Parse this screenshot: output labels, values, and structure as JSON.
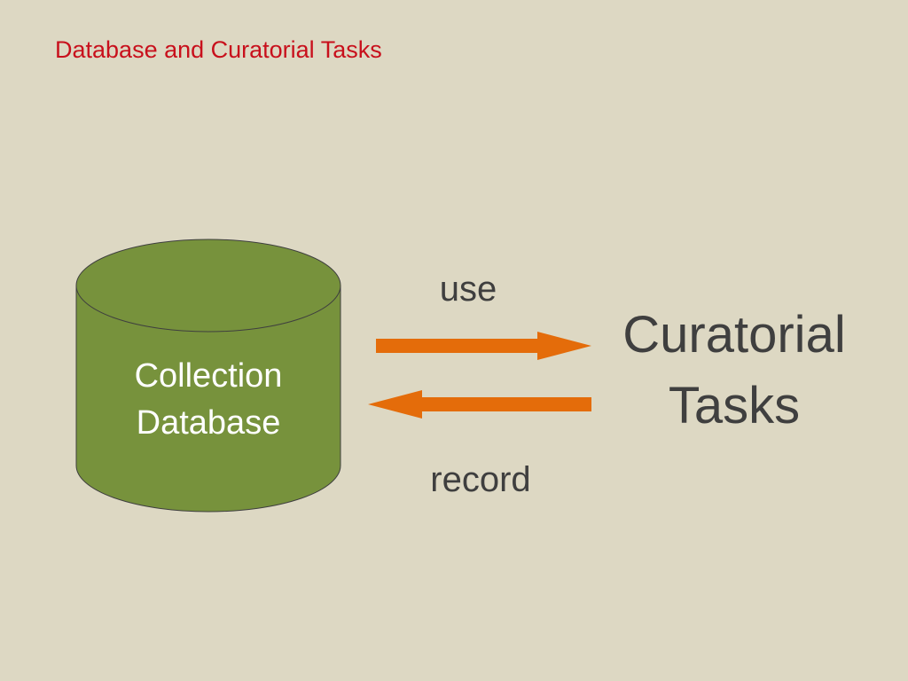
{
  "slide": {
    "title": "Database and Curatorial Tasks",
    "background_color": "#ddd8c3",
    "title_color": "#c8101c"
  },
  "diagram": {
    "database": {
      "line1": "Collection",
      "line2": "Database",
      "fill_color": "#77923c"
    },
    "tasks": {
      "line1": "Curatorial",
      "line2": "Tasks"
    },
    "arrow_use": {
      "label": "use",
      "direction": "right",
      "color": "#e46c0a"
    },
    "arrow_record": {
      "label": "record",
      "direction": "left",
      "color": "#e46c0a"
    }
  }
}
